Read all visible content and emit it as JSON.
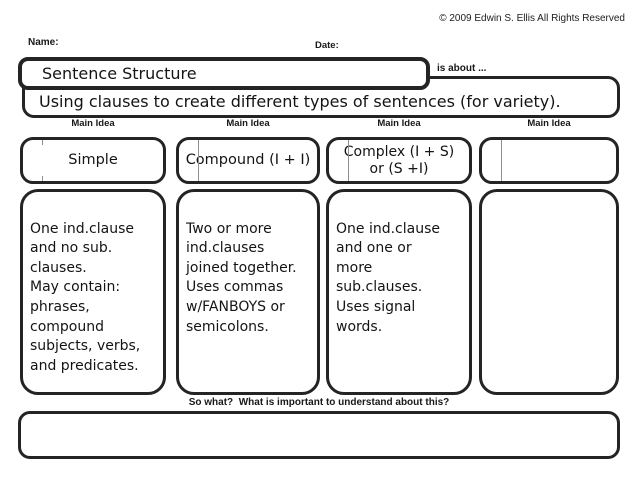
{
  "page": {
    "copyright": "© 2009 Edwin S. Ellis All Rights Reserved",
    "name_label": "Name:",
    "date_label": "Date:",
    "is_about_label": "is about ...",
    "so_what_label": "So what?  What is important to understand about this?"
  },
  "title_box": {
    "title": "Sentence Structure"
  },
  "is_about_box": {
    "text": "Using clauses to create different types of sentences (for variety)."
  },
  "columns": [
    {
      "header": "Main Idea",
      "main_idea": "Simple",
      "details": "One ind.clause\nand no sub.\nclauses.\nMay contain:\nphrases,\ncompound\nsubjects, verbs,\nand predicates."
    },
    {
      "header": "Main Idea",
      "main_idea": "Compound (I + I)",
      "details": "Two or more\nind.clauses\njoined together.\nUses commas\nw/FANBOYS or\nsemicolons."
    },
    {
      "header": "Main Idea",
      "main_idea": "Complex (I + S)\nor (S +I)",
      "details": "One ind.clause\nand one or\nmore\nsub.clauses.\nUses signal\nwords."
    },
    {
      "header": "Main Idea",
      "main_idea": "",
      "details": ""
    }
  ],
  "so_what_box": {
    "text": ""
  },
  "colors": {
    "ink": "#141414",
    "border": "#242424",
    "guide_line": "#8f8f8f",
    "background": "#ffffff"
  }
}
